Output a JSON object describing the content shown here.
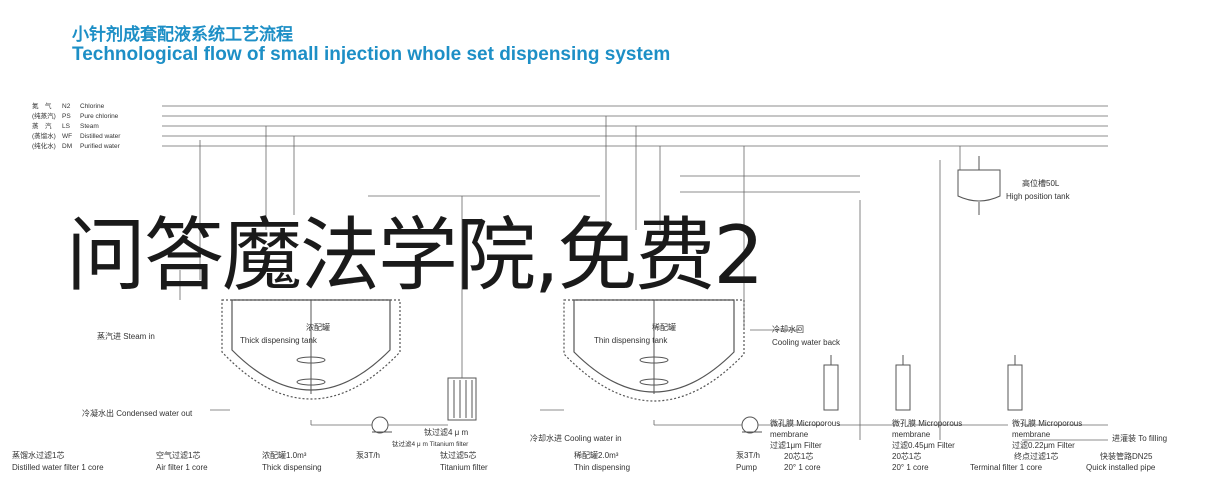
{
  "header": {
    "title_cn": "小针剂成套配液系统工艺流程",
    "title_en": "Technological flow of small injection whole set dispensing system"
  },
  "legend": [
    {
      "cn": "氮　气",
      "code": "N2",
      "en": "Chlorine"
    },
    {
      "cn": "(纯蒸汽)",
      "code": "PS",
      "en": "Pure chlorine"
    },
    {
      "cn": "蒸　汽",
      "code": "LS",
      "en": "Steam"
    },
    {
      "cn": "(蒸馏水)",
      "code": "WF",
      "en": "Distilled water"
    },
    {
      "cn": "(纯化水)",
      "code": "DM",
      "en": "Purified water"
    }
  ],
  "labels": {
    "high_tank_cn": "高位槽50L",
    "high_tank_en": "High position tank",
    "steam_in": "蒸汽进 Steam in",
    "thick_tank_cn": "浓配罐",
    "thick_tank_en": "Thick dispensing tank",
    "thin_tank_cn": "稀配罐",
    "thin_tank_en": "Thin dispensing tank",
    "cooling_back_cn": "冷却水回",
    "cooling_back_en": "Cooling water back",
    "condensed_out": "冷凝水出 Condensed water out",
    "cooling_in": "冷却水进 Cooling water in",
    "ti_filter_top": "钛过滤4 μ m",
    "ti_filter_top2": "钛过滤4 μ m  Titanium filter",
    "pump_label": "泵3T/h",
    "ti_filter_5": "钛过滤5芯",
    "ti_filter_5_en": "Titanium filter",
    "thick_disp_cn": "浓配罐1.0m³",
    "thick_disp_en": "Thick dispensing",
    "distilled_cn": "蒸馏水过滤1芯",
    "distilled_en": "Distilled water filter 1 core",
    "air_cn": "空气过滤1芯",
    "air_en": "Air filter 1 core",
    "thin_disp_cn": "稀配罐2.0m³",
    "thin_disp_en": "Thin dispensing",
    "pump2_cn": "泵3T/h",
    "pump2_en": "Pump",
    "micro1_cn": "微孔膜  Microporous",
    "micro1_en": "membrane",
    "micro1_f": "过滤1μm  Filter",
    "micro1_c": "20芯1芯",
    "micro1_c2": "20° 1 core",
    "micro2_cn": "微孔膜  Microporous",
    "micro2_en": "membrane",
    "micro2_f": "过滤0.45μm  Filter",
    "micro2_c": "20芯1芯",
    "micro2_c2": "20° 1 core",
    "micro3_cn": "微孔膜  Microporous",
    "micro3_en": "membrane",
    "micro3_f": "过滤0.22μm  Filter",
    "term_cn": "终点过滤1芯",
    "term_en": "Terminal filter 1 core",
    "quick_cn": "快装管路DN25",
    "quick_en": "Quick installed pipe",
    "to_fill": "进灌装  To filling"
  },
  "overlay_text": "问答魔法学院,免费2",
  "colors": {
    "title": "#1d8fc6",
    "line": "#555555",
    "overlay": "#1a1a1a"
  }
}
